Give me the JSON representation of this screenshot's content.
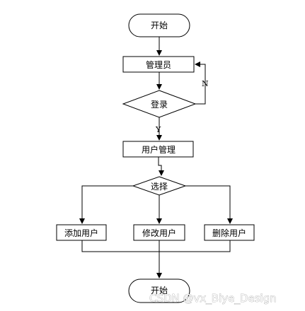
{
  "nodes": {
    "start": "开始",
    "admin": "管理员",
    "login": "登录",
    "user_mgmt": "用户管理",
    "select": "选择",
    "add_user": "添加用户",
    "edit_user": "修改用户",
    "delete_user": "删除用户",
    "end": "开始"
  },
  "edges": {
    "no_label": "N",
    "yes_label": "Y"
  },
  "watermark": "CSDN @vx_Biye_Design"
}
